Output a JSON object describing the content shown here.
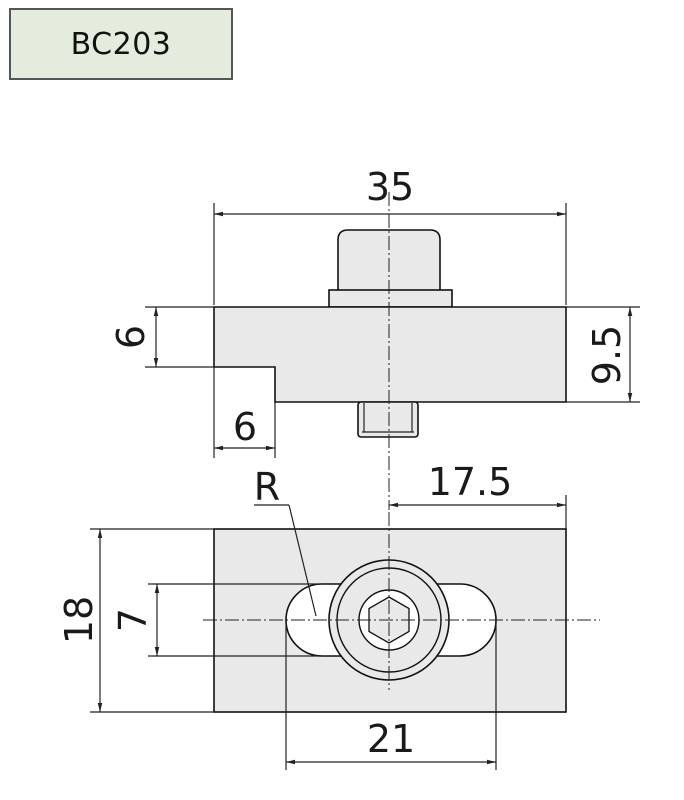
{
  "title": "BC203",
  "colors": {
    "part_fill": "#e9e9e9",
    "title_fill": "#e3ecdd",
    "line": "#222222"
  },
  "dimensions": {
    "overall_width": "35",
    "step_height": "6",
    "step_width": "6",
    "body_height": "9.5",
    "center_offset": "17.5",
    "radius": "R",
    "bottom_height": "18",
    "slot_width": "7",
    "slot_length": "21"
  }
}
